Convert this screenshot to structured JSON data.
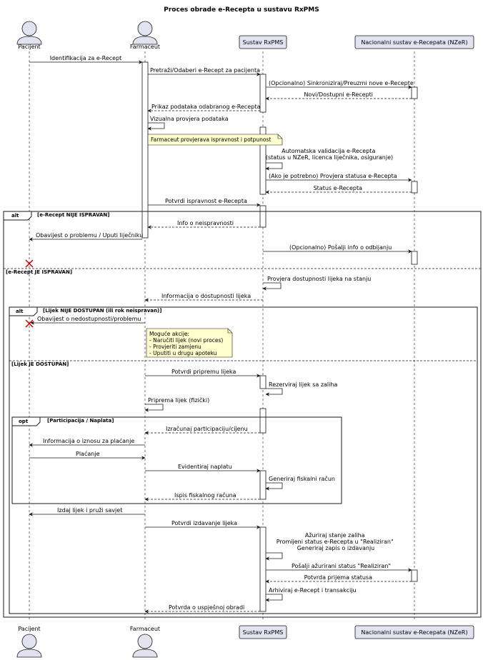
{
  "title": "Proces obrade e-Recepta u sustavu RxPMS",
  "participants": [
    {
      "id": "pacijent",
      "name": "Pacijent",
      "kind": "actor"
    },
    {
      "id": "farmaceut",
      "name": "Farmaceut",
      "kind": "actor"
    },
    {
      "id": "rxpms",
      "name": "Sustav RxPMS",
      "kind": "box"
    },
    {
      "id": "nzer",
      "name": "Nacionalni sustav e-Recepata (NZeR)",
      "kind": "box"
    }
  ],
  "messages": [
    {
      "id": "m1",
      "text": "Identifikacija za e-Recept"
    },
    {
      "id": "m2",
      "text": "Pretraži/Odaberi e-Recept za pacijenta"
    },
    {
      "id": "m3",
      "text": "(Opcionalno) Sinkroniziraj/Preuzmi nove e-Recepte"
    },
    {
      "id": "m4",
      "text": "Novi/Dostupni e-Recepti"
    },
    {
      "id": "m5",
      "text": "Prikaz podataka odabranog e-Recepta"
    },
    {
      "id": "m6",
      "text": "Vizualna provjera podataka"
    },
    {
      "id": "m7",
      "lines": [
        "Automatska validacija e-Recepta",
        "(status u NZeR, licenca liječnika, osiguranje)"
      ]
    },
    {
      "id": "m8",
      "text": "(Ako je potrebno) Provjera statusa e-Recepta"
    },
    {
      "id": "m9",
      "text": "Status e-Recepta"
    },
    {
      "id": "m10",
      "text": "Potvrdi ispravnost e-Recepta"
    },
    {
      "id": "m11",
      "text": "Info o neispravnosti"
    },
    {
      "id": "m12",
      "text": "Obavijest o problemu / Uputi liječniku"
    },
    {
      "id": "m13",
      "text": "(Opcionalno) Pošalji info o odbijanju"
    },
    {
      "id": "m14",
      "text": "Provjera dostupnosti lijeka na stanju"
    },
    {
      "id": "m15",
      "text": "Informacija o dostupnosti lijeka"
    },
    {
      "id": "m16",
      "text": "Obavijest o nedostupnosti/problemu"
    },
    {
      "id": "m17",
      "text": "Potvrdi pripremu lijeka"
    },
    {
      "id": "m18",
      "text": "Rezerviraj lijek sa zaliha"
    },
    {
      "id": "m19",
      "text": "Priprema lijek (fizički)"
    },
    {
      "id": "m20",
      "text": "Izračunaj participaciju/cijenu"
    },
    {
      "id": "m21",
      "text": "Informacija o iznosu za plaćanje"
    },
    {
      "id": "m22",
      "text": "Plaćanje"
    },
    {
      "id": "m23",
      "text": "Evidentiraj naplatu"
    },
    {
      "id": "m24",
      "text": "Generiraj fiskalni račun"
    },
    {
      "id": "m25",
      "text": "Ispis fiskalnog računa"
    },
    {
      "id": "m26",
      "text": "Izdaj lijek i pruži savjet"
    },
    {
      "id": "m27",
      "text": "Potvrdi izdavanje lijeka"
    },
    {
      "id": "m28",
      "lines": [
        "Ažuriraj stanje zaliha",
        "Promijeni status e-Recepta u \"Realiziran\"",
        "Generiraj zapis o izdavanju"
      ]
    },
    {
      "id": "m29",
      "text": "Pošalji ažurirani status \"Realiziran\""
    },
    {
      "id": "m30",
      "text": "Potvrda prijema statusa"
    },
    {
      "id": "m31",
      "text": "Arhiviraj e-Recept i transakciju"
    },
    {
      "id": "m32",
      "text": "Potvrda o uspješnoj obradi"
    }
  ],
  "notes": [
    {
      "id": "n1",
      "lines": [
        "Farmaceut provjerava ispravnost i potpunost"
      ]
    },
    {
      "id": "n2",
      "lines": [
        "Moguće akcije:",
        "- Naručiti lijek (novi proces)",
        "- Provjeriti zamjenu",
        "- Uputiti u drugu apoteku"
      ]
    }
  ],
  "fragments": [
    {
      "id": "f1",
      "keyword": "alt",
      "guard": "[e-Recept NIJE ISPRAVAN]",
      "else_guard": "[e-Recept JE ISPRAVAN]"
    },
    {
      "id": "f2",
      "keyword": "alt",
      "guard": "[Lijek NIJE DOSTUPAN (ili rok neispravan)]",
      "else_guard": "[Lijek JE DOSTUPAN]"
    },
    {
      "id": "f3",
      "keyword": "opt",
      "guard": "[Participacija / Naplata]"
    }
  ],
  "colors": {
    "participant_fill": "#e2e2f0",
    "participant_stroke": "#181818",
    "note_fill": "#fefece",
    "line": "#181818"
  }
}
